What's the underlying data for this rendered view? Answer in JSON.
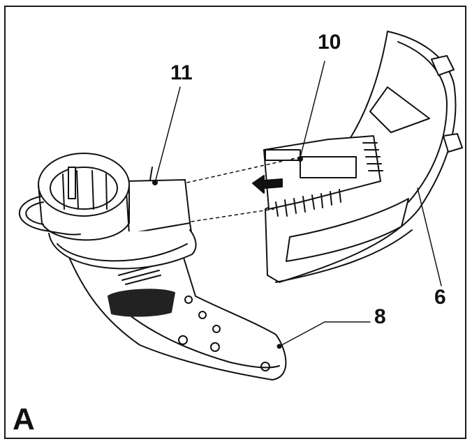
{
  "figure": {
    "panel_label": "A",
    "callouts": {
      "c11": "11",
      "c10": "10",
      "c8": "8",
      "c6": "6"
    },
    "colors": {
      "ink": "#111111",
      "fill": "#ffffff",
      "shade": "#444444"
    }
  }
}
